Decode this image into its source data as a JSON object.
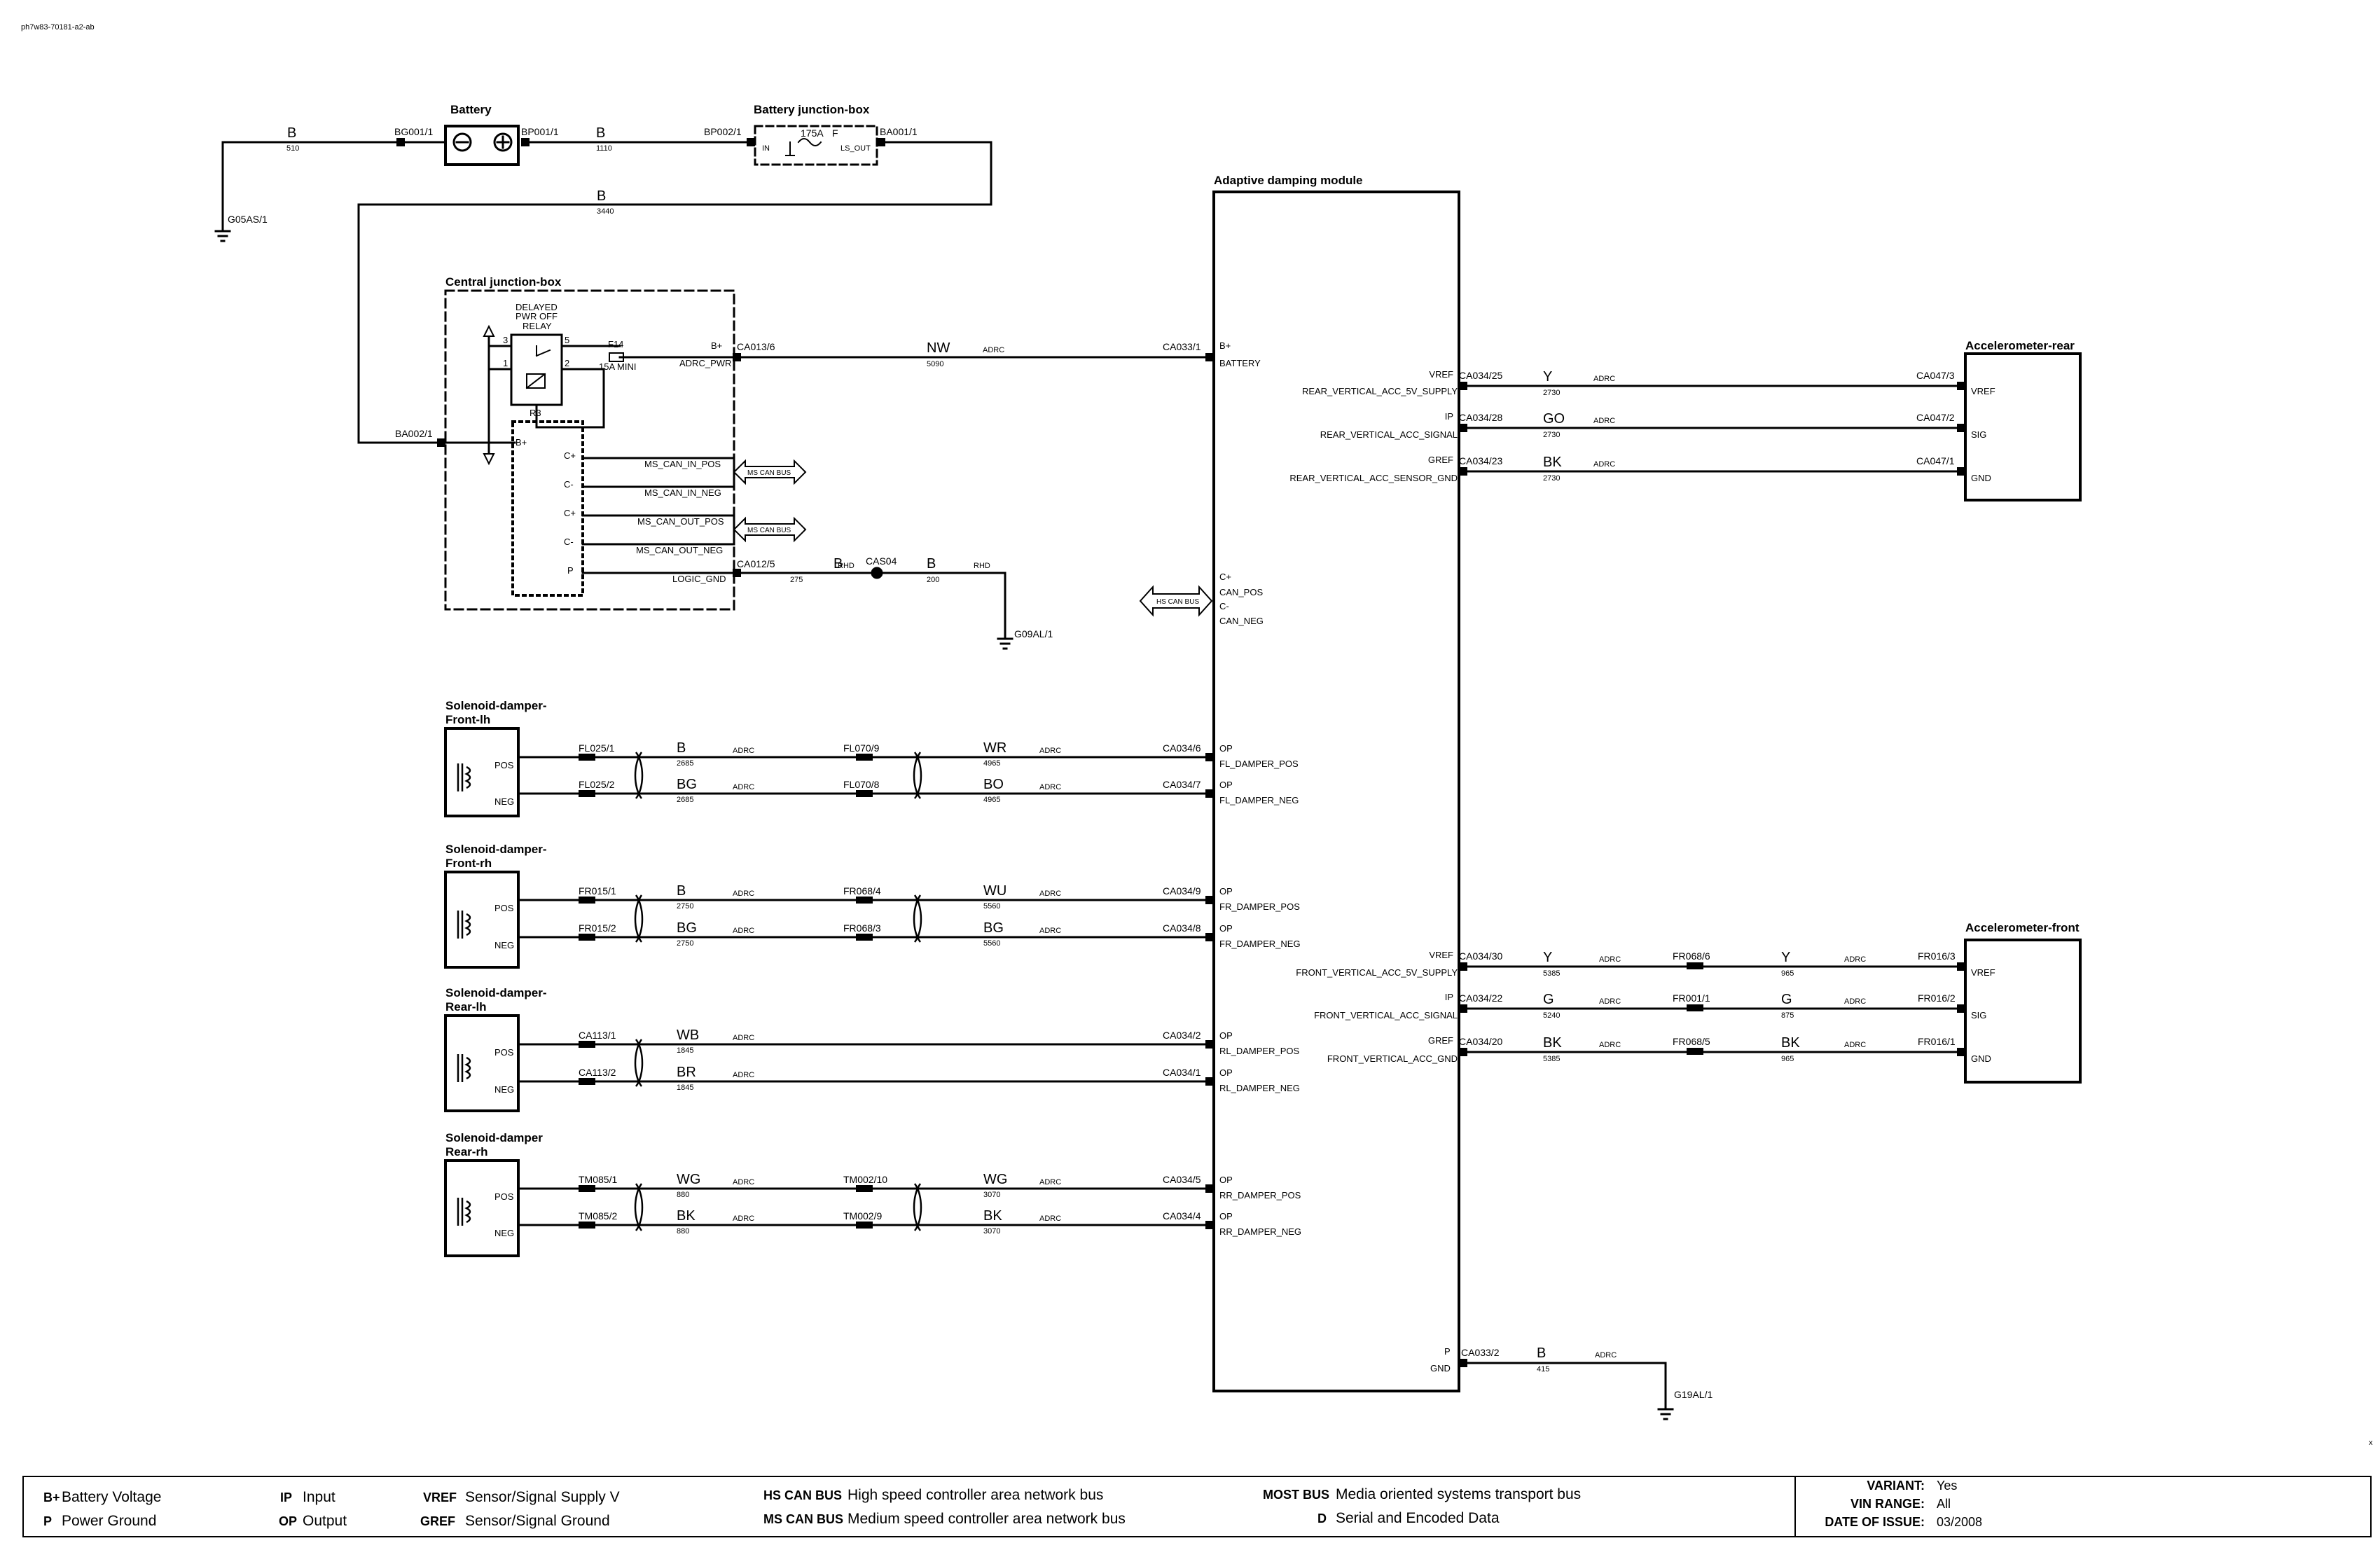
{
  "doc_id": "ph7w83-70181-a2-ab",
  "modules": {
    "battery": "Battery",
    "battery_jb": "Battery junction-box",
    "central_jb": "Central junction-box",
    "adm": "Adaptive damping module",
    "acc_rear": "Accelerometer-rear",
    "acc_front": "Accelerometer-front",
    "sol_flh_1": "Solenoid-damper-",
    "sol_flh_2": "Front-lh",
    "sol_frh_1": "Solenoid-damper-",
    "sol_frh_2": "Front-rh",
    "sol_rlh_1": "Solenoid-damper-",
    "sol_rlh_2": "Rear-lh",
    "sol_rrh_1": "Solenoid-damper",
    "sol_rrh_2": "Rear-rh"
  },
  "top": {
    "wire_b_510": "B",
    "num_510": "510",
    "wire_b_1110": "B",
    "num_1110": "1110",
    "wire_b_3440": "B",
    "num_3440": "3440",
    "bg001": "BG001/1",
    "bp001": "BP001/1",
    "bp002": "BP002/1",
    "ba001": "BA001/1",
    "g05as": "G05AS/1",
    "fuse_175": "175A",
    "fuse_f": "F",
    "in": "IN",
    "ls_out": "LS_OUT"
  },
  "cjb": {
    "relay_1": "DELAYED",
    "relay_2": "PWR OFF",
    "relay_3": "RELAY",
    "pin3": "3",
    "pin5": "5",
    "pin1": "1",
    "pin2": "2",
    "r3": "R3",
    "f14": "F14",
    "f14_rating": "15A MINI",
    "bplus": "B+",
    "adrc_pwr": "ADRC_PWR",
    "ca013": "CA013/6",
    "ba002": "BA002/1",
    "bplus2": "B+",
    "cplus1": "C+",
    "cminus1": "C-",
    "cplus2": "C+",
    "cminus2": "C-",
    "p": "P",
    "ms_can_in_pos": "MS_CAN_IN_POS",
    "ms_can_in_neg": "MS_CAN_IN_NEG",
    "ms_can_out_pos": "MS_CAN_OUT_POS",
    "ms_can_out_neg": "MS_CAN_OUT_NEG",
    "ms_can_bus_1": "MS CAN BUS",
    "ms_can_bus_2": "MS CAN BUS",
    "logic_gnd": "LOGIC_GND",
    "ca012": "CA012/5",
    "wire_b_275": "B",
    "num_275": "275",
    "rhd1": "RHD",
    "cas04": "CAS04",
    "wire_b_200": "B",
    "num_200": "200",
    "rhd2": "RHD",
    "g09al": "G09AL/1"
  },
  "battery_feed": {
    "wire": "NW",
    "num": "5090",
    "adrc": "ADRC",
    "ca033_1": "CA033/1",
    "bplus": "B+",
    "battery": "BATTERY"
  },
  "hs_can": {
    "bus": "HS CAN BUS",
    "cplus": "C+",
    "can_pos": "CAN_POS",
    "cminus": "C-",
    "can_neg": "CAN_NEG"
  },
  "gnd": {
    "p": "P",
    "gnd": "GND",
    "ca033_2": "CA033/2",
    "wire": "B",
    "num": "415",
    "adrc": "ADRC",
    "g19al": "G19AL/1"
  },
  "rear_acc": [
    {
      "sig": "VREF",
      "pin": "CA034/25",
      "name": "REAR_VERTICAL_ACC_5V_SUPPLY",
      "wire": "Y",
      "num": "2730",
      "adrc": "ADRC",
      "conn": "CA047/3",
      "label": "VREF"
    },
    {
      "sig": "IP",
      "pin": "CA034/28",
      "name": "REAR_VERTICAL_ACC_SIGNAL",
      "wire": "GO",
      "num": "2730",
      "adrc": "ADRC",
      "conn": "CA047/2",
      "label": "SIG"
    },
    {
      "sig": "GREF",
      "pin": "CA034/23",
      "name": "REAR_VERTICAL_ACC_SENSOR_GND",
      "wire": "BK",
      "num": "2730",
      "adrc": "ADRC",
      "conn": "CA047/1",
      "label": "GND"
    }
  ],
  "front_acc": [
    {
      "sig": "VREF",
      "pin": "CA034/30",
      "name": "FRONT_VERTICAL_ACC_5V_SUPPLY",
      "wire1": "Y",
      "num1": "5385",
      "adrc1": "ADRC",
      "mid": "FR068/6",
      "wire2": "Y",
      "num2": "965",
      "adrc2": "ADRC",
      "conn": "FR016/3",
      "label": "VREF"
    },
    {
      "sig": "IP",
      "pin": "CA034/22",
      "name": "FRONT_VERTICAL_ACC_SIGNAL",
      "wire1": "G",
      "num1": "5240",
      "adrc1": "ADRC",
      "mid": "FR001/1",
      "wire2": "G",
      "num2": "875",
      "adrc2": "ADRC",
      "conn": "FR016/2",
      "label": "SIG"
    },
    {
      "sig": "GREF",
      "pin": "CA034/20",
      "name": "FRONT_VERTICAL_ACC_GND",
      "wire1": "BK",
      "num1": "5385",
      "adrc1": "ADRC",
      "mid": "FR068/5",
      "wire2": "BK",
      "num2": "965",
      "adrc2": "ADRC",
      "conn": "FR016/1",
      "label": "GND"
    }
  ],
  "solenoids": [
    {
      "pos": "POS",
      "neg": "NEG",
      "rows": [
        {
          "c1": "FL025/1",
          "w1": "B",
          "n1": "2685",
          "a1": "ADRC",
          "c2": "FL070/9",
          "w2": "WR",
          "n2": "4965",
          "a2": "ADRC",
          "pin": "CA034/6",
          "op": "OP",
          "name": "FL_DAMPER_POS"
        },
        {
          "c1": "FL025/2",
          "w1": "BG",
          "n1": "2685",
          "a1": "ADRC",
          "c2": "FL070/8",
          "w2": "BO",
          "n2": "4965",
          "a2": "ADRC",
          "pin": "CA034/7",
          "op": "OP",
          "name": "FL_DAMPER_NEG"
        }
      ]
    },
    {
      "pos": "POS",
      "neg": "NEG",
      "rows": [
        {
          "c1": "FR015/1",
          "w1": "B",
          "n1": "2750",
          "a1": "ADRC",
          "c2": "FR068/4",
          "w2": "WU",
          "n2": "5560",
          "a2": "ADRC",
          "pin": "CA034/9",
          "op": "OP",
          "name": "FR_DAMPER_POS"
        },
        {
          "c1": "FR015/2",
          "w1": "BG",
          "n1": "2750",
          "a1": "ADRC",
          "c2": "FR068/3",
          "w2": "BG",
          "n2": "5560",
          "a2": "ADRC",
          "pin": "CA034/8",
          "op": "OP",
          "name": "FR_DAMPER_NEG"
        }
      ]
    },
    {
      "pos": "POS",
      "neg": "NEG",
      "rows": [
        {
          "c1": "CA113/1",
          "w1": "WB",
          "n1": "1845",
          "a1": "ADRC",
          "c2": "",
          "w2": "",
          "n2": "",
          "a2": "",
          "pin": "CA034/2",
          "op": "OP",
          "name": "RL_DAMPER_POS"
        },
        {
          "c1": "CA113/2",
          "w1": "BR",
          "n1": "1845",
          "a1": "ADRC",
          "c2": "",
          "w2": "",
          "n2": "",
          "a2": "",
          "pin": "CA034/1",
          "op": "OP",
          "name": "RL_DAMPER_NEG"
        }
      ]
    },
    {
      "pos": "POS",
      "neg": "NEG",
      "rows": [
        {
          "c1": "TM085/1",
          "w1": "WG",
          "n1": "880",
          "a1": "ADRC",
          "c2": "TM002/10",
          "w2": "WG",
          "n2": "3070",
          "a2": "ADRC",
          "pin": "CA034/5",
          "op": "OP",
          "name": "RR_DAMPER_POS"
        },
        {
          "c1": "TM085/2",
          "w1": "BK",
          "n1": "880",
          "a1": "ADRC",
          "c2": "TM002/9",
          "w2": "BK",
          "n2": "3070",
          "a2": "ADRC",
          "pin": "CA034/4",
          "op": "OP",
          "name": "RR_DAMPER_NEG"
        }
      ]
    }
  ],
  "legend": {
    "items": [
      {
        "code": "B+",
        "text": "Battery Voltage"
      },
      {
        "code": "P",
        "text": "Power Ground"
      },
      {
        "code": "IP",
        "text": "Input"
      },
      {
        "code": "OP",
        "text": "Output"
      },
      {
        "code": "VREF",
        "text": "Sensor/Signal Supply V"
      },
      {
        "code": "GREF",
        "text": "Sensor/Signal Ground"
      },
      {
        "code": "HS CAN BUS",
        "text": "High speed controller area network bus"
      },
      {
        "code": "MS CAN BUS",
        "text": "Medium speed controller area network bus"
      },
      {
        "code": "MOST BUS",
        "text": "Media oriented systems transport bus"
      },
      {
        "code": "D",
        "text": "Serial and Encoded Data"
      }
    ],
    "variant_label": "VARIANT:",
    "variant": "Yes",
    "vin_label": "VIN RANGE:",
    "vin": "All",
    "date_label": "DATE OF ISSUE:",
    "date": "03/2008"
  },
  "misc": {
    "x_mark": "x"
  }
}
